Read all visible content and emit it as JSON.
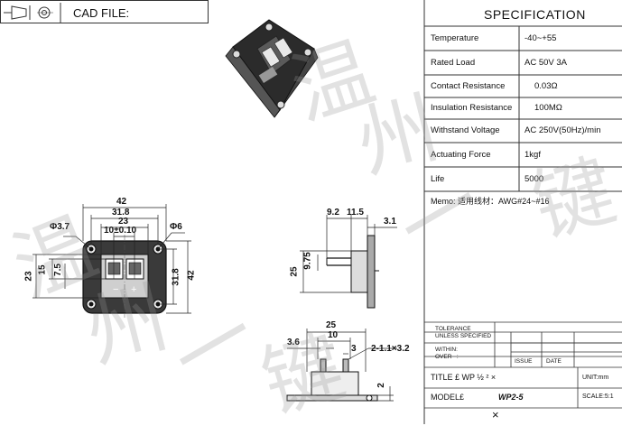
{
  "header": {
    "cad_label": "CAD FILE:"
  },
  "spec": {
    "title": "SPECIFICATION",
    "rows": [
      {
        "label": "Temperature",
        "value": "-40~+55"
      },
      {
        "label": "Rated Load",
        "value": "AC 50V 3A"
      },
      {
        "label": "Contact Resistance",
        "value": "0.03Ω"
      },
      {
        "label": "Insulation Resistance",
        "value": "100MΩ"
      },
      {
        "label": "Withstand Voltage",
        "value": "AC 250V(50Hz)/min"
      },
      {
        "label": "Actuating Force",
        "value": "1kgf"
      },
      {
        "label": "Life",
        "value": "5000"
      }
    ],
    "memo": "Memo:  适用线材：AWG#24~#16"
  },
  "front_dims": {
    "w42": "42",
    "w318": "31.8",
    "w23": "23",
    "w10": "10±0.10",
    "phi6": "Φ6",
    "phi37": "Φ3.7",
    "h15": "15",
    "h75": "7.5",
    "h23": "23",
    "h318": "31.8",
    "h42": "42",
    "minus": "−",
    "plus": "+"
  },
  "side_dims": {
    "d92": "9.2",
    "d115": "11.5",
    "d31": "3.1",
    "d25": "25",
    "d975": "9.75"
  },
  "bottom_dims": {
    "d25": "25",
    "d10": "10",
    "d36": "3.6",
    "d3": "3",
    "d211": "2-1.1×3.2",
    "d2": "2"
  },
  "title_block": {
    "tolerance": "TOLERANCE\nUNLESS SPECIFIED",
    "within": "WITHIN:\nOVER   :",
    "issue": "ISSUE",
    "date": "DATE",
    "title_label": "TITLE  £  WP  ½  ²  ×",
    "unit": "UNIT:mm",
    "model_label": "MODEL£",
    "model_value": "WP2-5",
    "scale": "SCALE:5:1",
    "mark": "×"
  },
  "watermark": [
    "温",
    "州",
    "一",
    "键"
  ]
}
